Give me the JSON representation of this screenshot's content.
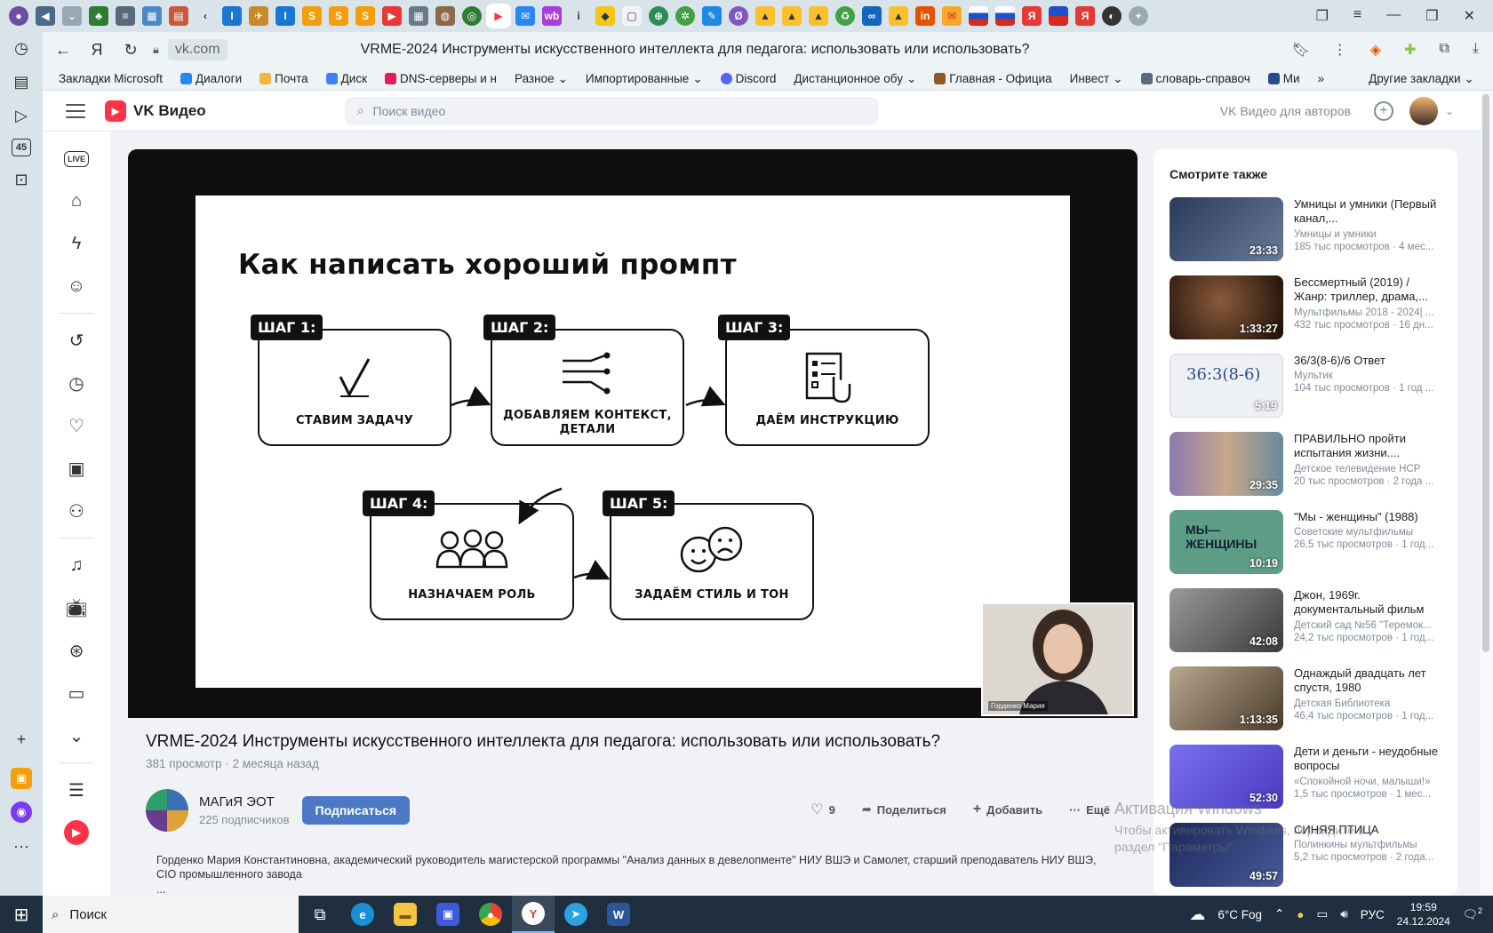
{
  "browser": {
    "url_host": "vk.com",
    "page_title": "VRME-2024 Инструменты искусственного интеллекта для педагога: использовать или использовать?",
    "sidebar_badge": "45",
    "bookmarks": [
      {
        "label": "Закладки Microsoft",
        "color": "#ffffff"
      },
      {
        "label": "Диалоги",
        "color": "#2787f5"
      },
      {
        "label": "Почта",
        "color": "#f2b53f"
      },
      {
        "label": "Диск",
        "color": "#3b82f6"
      },
      {
        "label": "DNS-серверы и н",
        "color": "#e21b5a"
      },
      {
        "label": "Разное",
        "color": ""
      },
      {
        "label": "Импортированные",
        "color": ""
      },
      {
        "label": "Discord",
        "color": "#5865f2"
      },
      {
        "label": "Дистанционное обу",
        "color": ""
      },
      {
        "label": "Главная - Официа",
        "color": "#8b5a2b"
      },
      {
        "label": "Инвест",
        "color": ""
      },
      {
        "label": "словарь-справоч",
        "color": "#5b6b7b"
      },
      {
        "label": "Ми",
        "color": "#2b4a8b"
      }
    ],
    "bookmarks_more": "»",
    "other_bookmarks": "Другие закладки"
  },
  "vk": {
    "logo_text": "VK Видео",
    "search_placeholder": "Поиск видео",
    "authors_link": "VK Видео для авторов",
    "nav_live": "LIVE"
  },
  "slide": {
    "title": "Как написать хороший промпт",
    "steps": [
      {
        "tag": "ШАГ 1:",
        "caption": "СТАВИМ ЗАДАЧУ"
      },
      {
        "tag": "ШАГ 2:",
        "caption": "ДОБАВЛЯЕМ КОНТЕКСТ, ДЕТАЛИ"
      },
      {
        "tag": "ШАГ 3:",
        "caption": "ДАЁМ ИНСТРУКЦИЮ"
      },
      {
        "tag": "ШАГ 4:",
        "caption": "НАЗНАЧАЕМ РОЛЬ"
      },
      {
        "tag": "ШАГ 5:",
        "caption": "ЗАДАЁМ СТИЛЬ И ТОН"
      }
    ],
    "speaker_label": "Горденко Мария"
  },
  "video": {
    "title": "VRME-2024 Инструменты искусственного интеллекта для педагога: использовать или использовать?",
    "views": "381 просмотр",
    "age": "2 месяца назад",
    "channel_name": "МАГиЯ ЭОТ",
    "channel_subs": "225 подписчиков",
    "subscribe": "Подписаться",
    "likes": "9",
    "share": "Поделиться",
    "add": "Добавить",
    "more": "Ещё",
    "description": "Горденко Мария Константиновна, академический руководитель магистерской программы \"Анализ данных в девелопменте\" НИУ ВШЭ и Самолет, старший преподаватель НИУ ВШЭ, CIO промышленного завода",
    "description_more": "..."
  },
  "related": {
    "heading": "Смотрите также",
    "items": [
      {
        "title": "Умницы и умники (Первый канал,...",
        "channel": "Умницы и умники",
        "stats": "185 тыс просмотров · 4 мес...",
        "duration": "23:33",
        "color": "#3a4a6a"
      },
      {
        "title": "Бессмертный (2019) / Жанр: триллер, драма,...",
        "channel": "Мультфильмы 2018 - 2024| ...",
        "stats": "432 тыс просмотров · 16 дн...",
        "duration": "1:33:27",
        "color": "#4a2a1a"
      },
      {
        "title": "36/3(8-6)/6 Ответ",
        "channel": "Мультик",
        "stats": "104 тыс просмотров · 1 год ...",
        "duration": "5:19",
        "color": "#e9eef2"
      },
      {
        "title": "ПРАВИЛЬНО пройти испытания жизни....",
        "channel": "Детское телевидение НСР",
        "stats": "20 тыс просмотров · 2 года ...",
        "duration": "29:35",
        "color": "#7a6aa0"
      },
      {
        "title": "\"Мы - женщины\" (1988)",
        "channel": "Советские мультфильмы",
        "stats": "26,5 тыс просмотров · 1 год...",
        "duration": "10:19",
        "color": "#5a9a82"
      },
      {
        "title": "Джон, 1969г. документальный фильм",
        "channel": "Детский сад №56 \"Теремок...",
        "stats": "24,2 тыс просмотров · 1 год...",
        "duration": "42:08",
        "color": "#6a6a6a"
      },
      {
        "title": "Однаждый двадцать лет спустя, 1980",
        "channel": "Детская Библиотека",
        "stats": "46,4 тыс просмотров · 1 год...",
        "duration": "1:13:35",
        "color": "#8a7a6a"
      },
      {
        "title": "Дети и деньги - неудобные вопросы",
        "channel": "«Спокойной ночи, малыши!»",
        "stats": "1,5 тыс просмотров · 1 мес...",
        "duration": "52:30",
        "color": "#6a5ae0"
      },
      {
        "title": "СИНЯЯ ПТИЦА",
        "channel": "Полинкины мультфильмы",
        "stats": "5,2 тыс просмотров · 2 года...",
        "duration": "49:57",
        "color": "#2a3a6a"
      }
    ],
    "thumb_text_3": "36:3(8-6)",
    "thumb_text_5": "МЫ—ЖЕНЩИНЫ"
  },
  "windows": {
    "activate_title": "Активация Windows",
    "activate_text": "Чтобы активировать Windows, перейдите в раздел \"Параметры\".",
    "search": "Поиск",
    "weather": "6°C Fog",
    "lang": "РУС",
    "time": "19:59",
    "date": "24.12.2024",
    "notifications": "2"
  }
}
